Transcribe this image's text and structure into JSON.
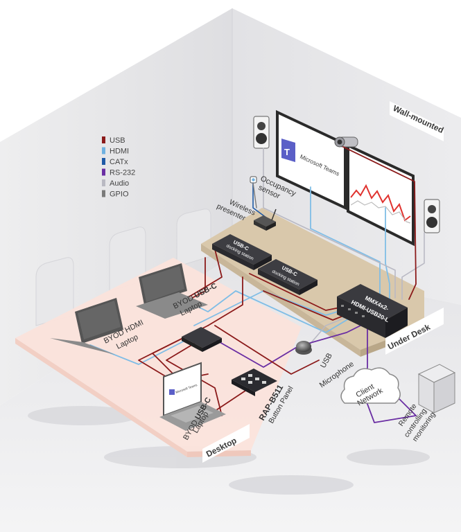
{
  "legend": [
    {
      "label": "USB",
      "color": "#8b1a1a"
    },
    {
      "label": "HDMI",
      "color": "#6fb1e0"
    },
    {
      "label": "CATx",
      "color": "#1f5aa6"
    },
    {
      "label": "RS-232",
      "color": "#6a2ea3"
    },
    {
      "label": "Audio",
      "color": "#b9b9c2"
    },
    {
      "label": "GPIO",
      "color": "#7a7a7a"
    }
  ],
  "zones": {
    "wall": "Wall-mounted",
    "under_desk": "Under Desk",
    "desktop": "Desktop"
  },
  "screen": {
    "app_name": "Microsoft Teams"
  },
  "devices": {
    "occupancy_l1": "Occupancy",
    "occupancy_l2": "sensor",
    "wireless_l1": "Wireless",
    "wireless_l2": "presenter",
    "dock1_l1": "USB-C",
    "dock1_l2": "docking station",
    "dock2_l1": "USB-C",
    "dock2_l2": "docking station",
    "mmx_l1": "MMX4x2-",
    "mmx_l2": "HDMI-USB20-L",
    "byod_usbc_top_l1a": "BYOD ",
    "byod_usbc_top_l1b": "USB-C",
    "byod_usbc_top_l2": "Laptop",
    "byod_hdmi_l1": "BYOD HDMI",
    "byod_hdmi_l2": "Laptop",
    "usb_mic_l1": "USB",
    "usb_mic_l2": "Microphone",
    "rap_l1": "RAP-B511",
    "rap_l2": "Button Panel",
    "byod_usbc_bot_l1a": "BYOD ",
    "byod_usbc_bot_l1b": "USB-C",
    "byod_usbc_bot_l2": "Laptop",
    "client_l1": "Client",
    "client_l2": "Network",
    "remote_l1": "Remote",
    "remote_l2": "controlling",
    "remote_l3": "monitoring"
  },
  "laptop_screen_text": "Microsoft Teams"
}
